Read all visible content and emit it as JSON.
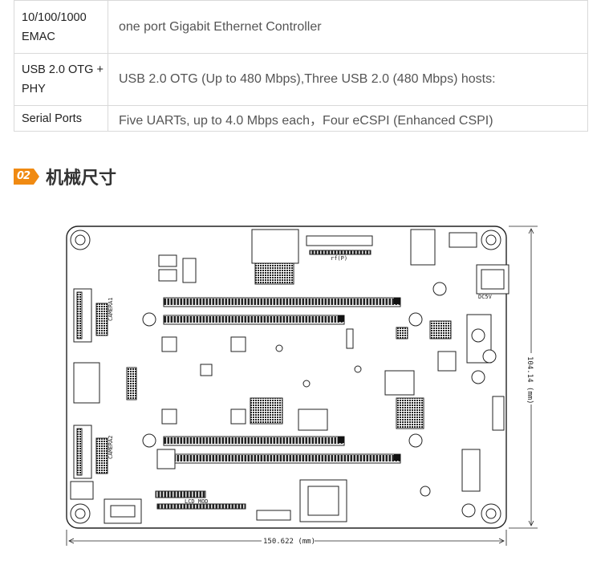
{
  "spec_rows": [
    {
      "key": "10/100/1000 EMAC",
      "value": "one port Gigabit Ethernet Controller"
    },
    {
      "key": "USB 2.0 OTG + PHY",
      "value": "USB 2.0 OTG (Up to 480 Mbps),Three USB 2.0 (480 Mbps) hosts:"
    },
    {
      "key": "Serial Ports",
      "value": "Five UARTs, up to 4.0 Mbps each，Four eCSPI (Enhanced CSPI)"
    }
  ],
  "section": {
    "badge": "02",
    "title": "机械尺寸",
    "accent": "#f08a12"
  },
  "drawing": {
    "width_label": "150.622 (mm)",
    "height_label": "104.14 (mm)",
    "labels": {
      "dc": "DC5V",
      "lcd": "LCD_MOD",
      "rf": "rf(P)",
      "camera1": "CAMERA1",
      "camera2": "CAMERA2"
    }
  }
}
